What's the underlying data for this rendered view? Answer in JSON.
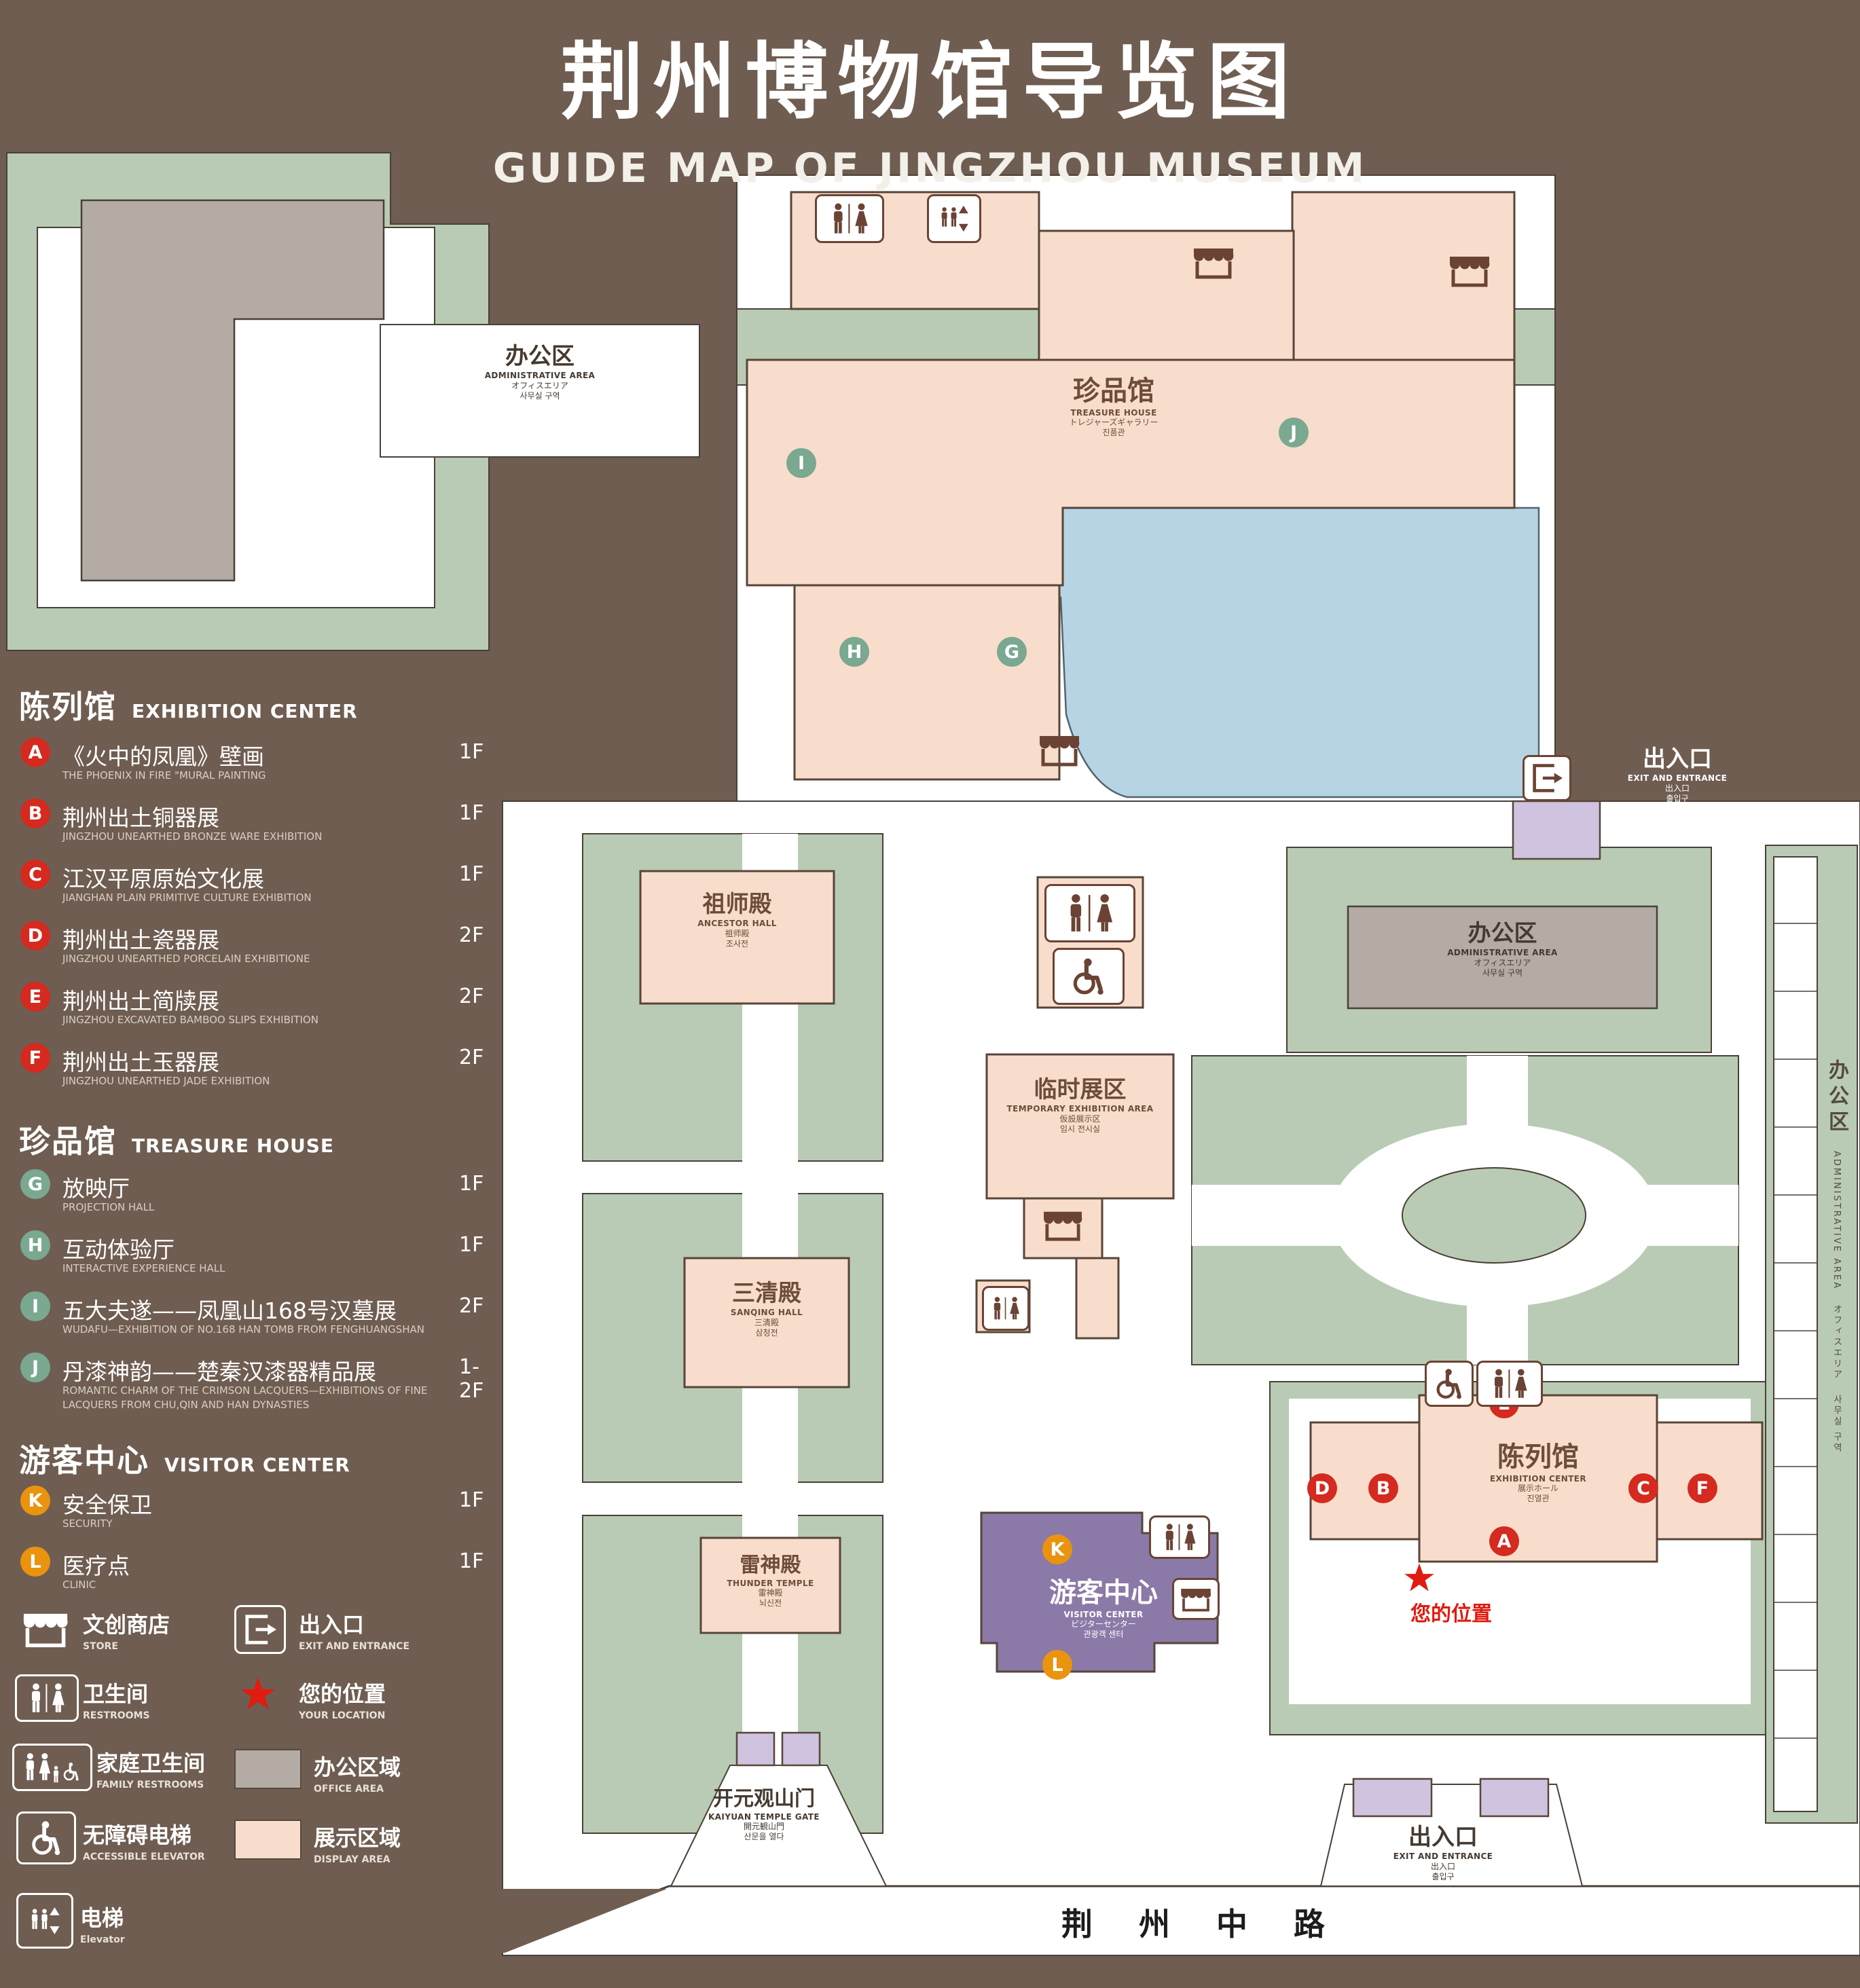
{
  "colors": {
    "background": "#6f5d51",
    "lawn": "#b9cbb4",
    "display_area": "#f8ddcc",
    "office_area": "#b3aba4",
    "water": "#b7d4e4",
    "visitor_center": "#8b79a7",
    "entrance_block": "#cfc3df",
    "marker_red": "#d42a1f",
    "marker_green": "#7aa890",
    "marker_orange": "#ea930e",
    "icon_brown": "#6b4334",
    "your_location_red": "#e01b10"
  },
  "header": {
    "title_zh": "荆州博物馆导览图",
    "title_en": "GUIDE MAP OF JINGZHOU MUSEUM"
  },
  "legend": {
    "sections": [
      {
        "title_zh": "陈列馆",
        "title_en": "EXHIBITION CENTER",
        "items": [
          {
            "letter": "A",
            "zh": "《火中的凤凰》壁画",
            "en": "THE PHOENIX IN FIRE \"MURAL PAINTING",
            "floor": "1F"
          },
          {
            "letter": "B",
            "zh": "荆州出土铜器展",
            "en": "JINGZHOU UNEARTHED BRONZE WARE EXHIBITION",
            "floor": "1F"
          },
          {
            "letter": "C",
            "zh": "江汉平原原始文化展",
            "en": "JIANGHAN PLAIN PRIMITIVE CULTURE EXHIBITION",
            "floor": "1F"
          },
          {
            "letter": "D",
            "zh": "荆州出土瓷器展",
            "en": "JINGZHOU UNEARTHED PORCELAIN EXHIBITIONE",
            "floor": "2F"
          },
          {
            "letter": "E",
            "zh": "荆州出土简牍展",
            "en": "JINGZHOU EXCAVATED BAMBOO SLIPS EXHIBITION",
            "floor": "2F"
          },
          {
            "letter": "F",
            "zh": "荆州出土玉器展",
            "en": "JINGZHOU UNEARTHED JADE EXHIBITION",
            "floor": "2F"
          }
        ]
      },
      {
        "title_zh": "珍品馆",
        "title_en": "TREASURE HOUSE",
        "items": [
          {
            "letter": "G",
            "zh": "放映厅",
            "en": "PROJECTION HALL",
            "floor": "1F"
          },
          {
            "letter": "H",
            "zh": "互动体验厅",
            "en": "INTERACTIVE EXPERIENCE HALL",
            "floor": "1F"
          },
          {
            "letter": "I",
            "zh": "五大夫遂——凤凰山168号汉墓展",
            "en": "WUDAFU—EXHIBITION OF NO.168 HAN TOMB FROM FENGHUANGSHAN",
            "floor": "2F"
          },
          {
            "letter": "J",
            "zh": "丹漆神韵——楚秦汉漆器精品展",
            "en": "ROMANTIC CHARM OF THE CRIMSON LACQUERS—EXHIBITIONS OF FINE LACQUERS FROM CHU,QIN AND HAN DYNASTIES",
            "floor": "1-2F"
          }
        ]
      },
      {
        "title_zh": "游客中心",
        "title_en": "VISITOR CENTER",
        "items": [
          {
            "letter": "K",
            "zh": "安全保卫",
            "en": "SECURITY",
            "floor": "1F"
          },
          {
            "letter": "L",
            "zh": "医疗点",
            "en": "CLINIC",
            "floor": "1F"
          }
        ]
      }
    ],
    "symbols": {
      "store": {
        "zh": "文创商店",
        "en": "STORE"
      },
      "exit": {
        "zh": "出入口",
        "en": "EXIT AND ENTRANCE"
      },
      "restroom": {
        "zh": "卫生间",
        "en": "RESTROOMS"
      },
      "location": {
        "zh": "您的位置",
        "en": "YOUR LOCATION"
      },
      "family": {
        "zh": "家庭卫生间",
        "en": "FAMILY RESTROOMS"
      },
      "office": {
        "zh": "办公区域",
        "en": "OFFICE AREA"
      },
      "accessible": {
        "zh": "无障碍电梯",
        "en": "ACCESSIBLE ELEVATOR"
      },
      "display": {
        "zh": "展示区域",
        "en": "DISPLAY AREA"
      },
      "elevator": {
        "zh": "电梯",
        "en": "Elevator"
      }
    }
  },
  "map": {
    "labels": {
      "admin_tl": {
        "zh": "办公区",
        "en": "ADMINISTRATIVE AREA",
        "ja": "オフィスエリア",
        "ko": "사무실 구역"
      },
      "treasure": {
        "zh": "珍品馆",
        "en": "TREASURE HOUSE",
        "ja": "トレジャーズギャラリー",
        "ko": "진품관"
      },
      "exit_top": {
        "zh": "出入口",
        "en": "EXIT AND ENTRANCE",
        "ja": "出入口",
        "ko": "출입구"
      },
      "admin_right": {
        "zh": "办公区",
        "en": "ADMINISTRATIVE AREA",
        "ja": "オフィスエリア",
        "ko": "사무실 구역"
      },
      "admin_strip": {
        "zh": "办公区",
        "en": "ADMINISTRATIVE AREA",
        "ja": "オフィスエリア",
        "ko": "사무실 구역"
      },
      "ancestor": {
        "zh": "祖师殿",
        "en": "ANCESTOR HALL",
        "ja": "祖师殿",
        "ko": "조사전"
      },
      "temporary": {
        "zh": "临时展区",
        "en": "TEMPORARY EXHIBITION AREA",
        "ja": "仮設展示区",
        "ko": "임시 전시실"
      },
      "sanqing": {
        "zh": "三清殿",
        "en": "SANQING HALL",
        "ja": "三清殿",
        "ko": "삼청전"
      },
      "thunder": {
        "zh": "雷神殿",
        "en": "THUNDER TEMPLE",
        "ja": "雷神殿",
        "ko": "뇌신전"
      },
      "visitor": {
        "zh": "游客中心",
        "en": "VISITOR CENTER",
        "ja": "ビジターセンター",
        "ko": "관광객 센터"
      },
      "exhibition": {
        "zh": "陈列馆",
        "en": "EXHIBITION CENTER",
        "ja": "展示ホール",
        "ko": "진열관"
      },
      "gate": {
        "zh": "开元观山门",
        "en": "KAIYUAN TEMPLE GATE",
        "ja": "開元観山門",
        "ko": "산문을 열다"
      },
      "exit_bottom": {
        "zh": "出入口",
        "en": "EXIT AND ENTRANCE",
        "ja": "出入口",
        "ko": "출입구"
      },
      "road": "荆 州 中 路",
      "your_location": "您的位置"
    },
    "markers": {
      "A": "A",
      "B": "B",
      "C": "C",
      "D": "D",
      "E": "E",
      "F": "F",
      "G": "G",
      "H": "H",
      "I": "I",
      "J": "J",
      "K": "K",
      "L": "L"
    }
  }
}
